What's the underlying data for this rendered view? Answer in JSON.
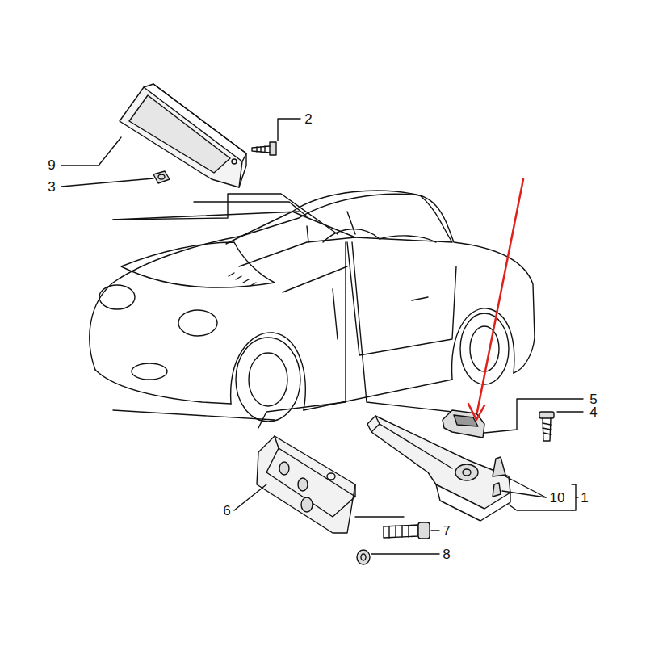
{
  "diagram": {
    "labels": [
      "9",
      "2",
      "3",
      "5",
      "4",
      "6",
      "7",
      "8",
      "10",
      "1"
    ]
  }
}
